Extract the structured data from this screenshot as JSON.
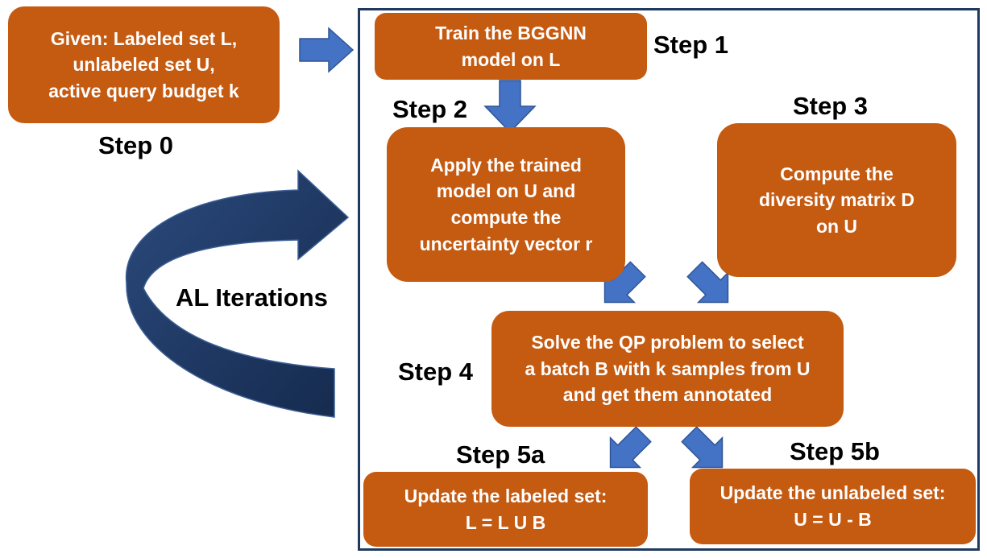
{
  "step0": {
    "lines": [
      "Given: Labeled set L,",
      "unlabeled set U,",
      "active query budget k"
    ],
    "label": "Step 0"
  },
  "step1": {
    "lines": [
      "Train the BGGNN",
      "model on L"
    ],
    "label": "Step 1"
  },
  "step2": {
    "lines": [
      "Apply the trained",
      "model on U and",
      "compute the",
      "uncertainty vector r"
    ],
    "label": "Step 2"
  },
  "step3": {
    "lines": [
      "Compute the",
      "diversity matrix D",
      "on U"
    ],
    "label": "Step 3"
  },
  "step4": {
    "lines": [
      "Solve the QP problem to select",
      "a batch B with k samples from U",
      "and get them annotated"
    ],
    "label": "Step 4"
  },
  "step5a": {
    "lines": [
      "Update the labeled set:",
      "L = L U B"
    ],
    "label": "Step 5a"
  },
  "step5b": {
    "lines": [
      "Update the unlabeled set:",
      "U = U - B"
    ],
    "label": "Step 5b"
  },
  "loop_label": "AL Iterations",
  "colors": {
    "box": "#c55a11",
    "arrow": "#4472c4",
    "loop": "#1f3864",
    "frame": "#1f3a5f"
  }
}
